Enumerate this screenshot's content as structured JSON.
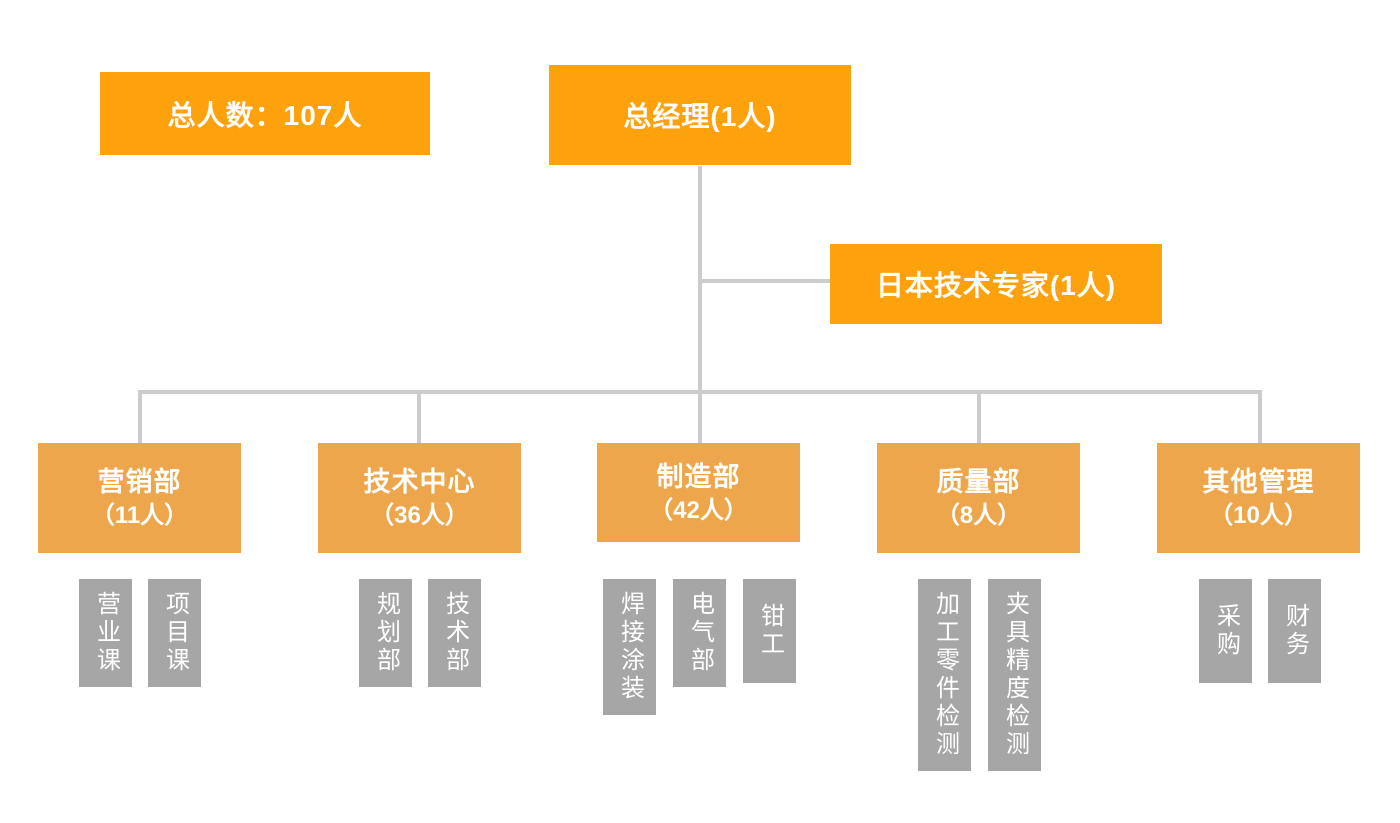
{
  "diagram": {
    "type": "org-chart",
    "summary": {
      "label": "总人数：107人"
    },
    "root": {
      "label": "总经理(1人)"
    },
    "advisor": {
      "label": "日本技术专家(1人)"
    },
    "departments": [
      {
        "name": "营销部",
        "count": "（11人）",
        "children": [
          "营业课",
          "项目课"
        ]
      },
      {
        "name": "技术中心",
        "count": "（36人）",
        "children": [
          "规划部",
          "技术部"
        ]
      },
      {
        "name": "制造部",
        "count": "（42人）",
        "children": [
          "焊接涂装",
          "电气部",
          "钳工"
        ]
      },
      {
        "name": "质量部",
        "count": "（8人）",
        "children": [
          "加工零件检测",
          "夹具精度检测"
        ]
      },
      {
        "name": "其他管理",
        "count": "（10人）",
        "children": [
          "采购",
          "财务"
        ]
      }
    ],
    "colors": {
      "level1_orange": "#FDA10D",
      "level2_orange": "#EDA64B",
      "sub_gray": "#A6A6A6",
      "connector_gray": "#CCCCCC",
      "text": "#FFFFFF",
      "background": "#FFFFFF"
    }
  }
}
